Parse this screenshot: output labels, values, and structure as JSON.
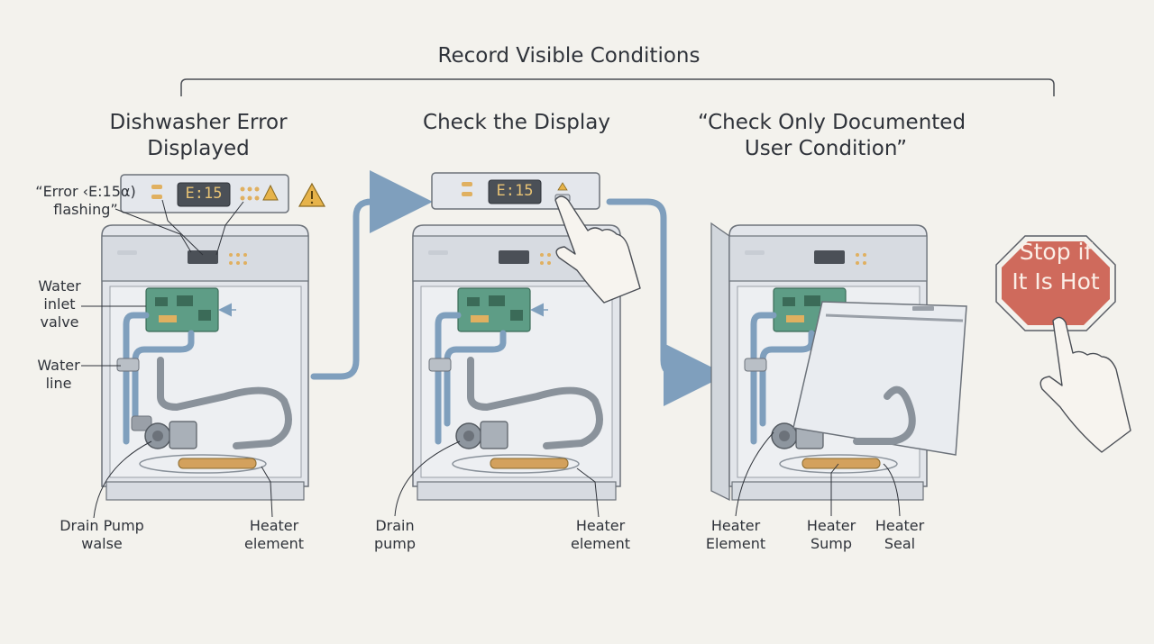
{
  "title": "Record Visible Conditions",
  "steps": [
    {
      "heading_line1": "Dishwasher Error",
      "heading_line2": "Displayed",
      "display_code": "E:15",
      "callouts": {
        "error_line1": "“Error ‹E:15α)",
        "error_line2": "flashing”",
        "inlet_line1": "Water",
        "inlet_line2": "inlet",
        "inlet_line3": "valve",
        "waterline_line1": "Water",
        "waterline_line2": "line",
        "drain_line1": "Drain Pump",
        "drain_line2": "walse",
        "heater_line1": "Heater",
        "heater_line2": "element"
      }
    },
    {
      "heading": "Check the Display",
      "display_code": "E:15",
      "callouts": {
        "drain_line1": "Drain",
        "drain_line2": "pump",
        "heater_line1": "Heater",
        "heater_line2": "element"
      }
    },
    {
      "heading_line1": "“Check Only Documented",
      "heading_line2": "User Condition”",
      "callouts": {
        "heater_el_line1": "Heater",
        "heater_el_line2": "Element",
        "sump_line1": "Heater",
        "sump_line2": "Sump",
        "seal_line1": "Heater",
        "seal_line2": "Seal"
      }
    }
  ],
  "stop_sign": {
    "line1": "Stop if",
    "line2": "It Is Hot",
    "color": "#cf6a5c"
  },
  "colors": {
    "background": "#f3f2ed",
    "appliance": "#dfe3e8",
    "pipe": "#7f9fbd",
    "board": "#5e9d86",
    "heater": "#d3a15d",
    "warning": "#e6b34a"
  }
}
